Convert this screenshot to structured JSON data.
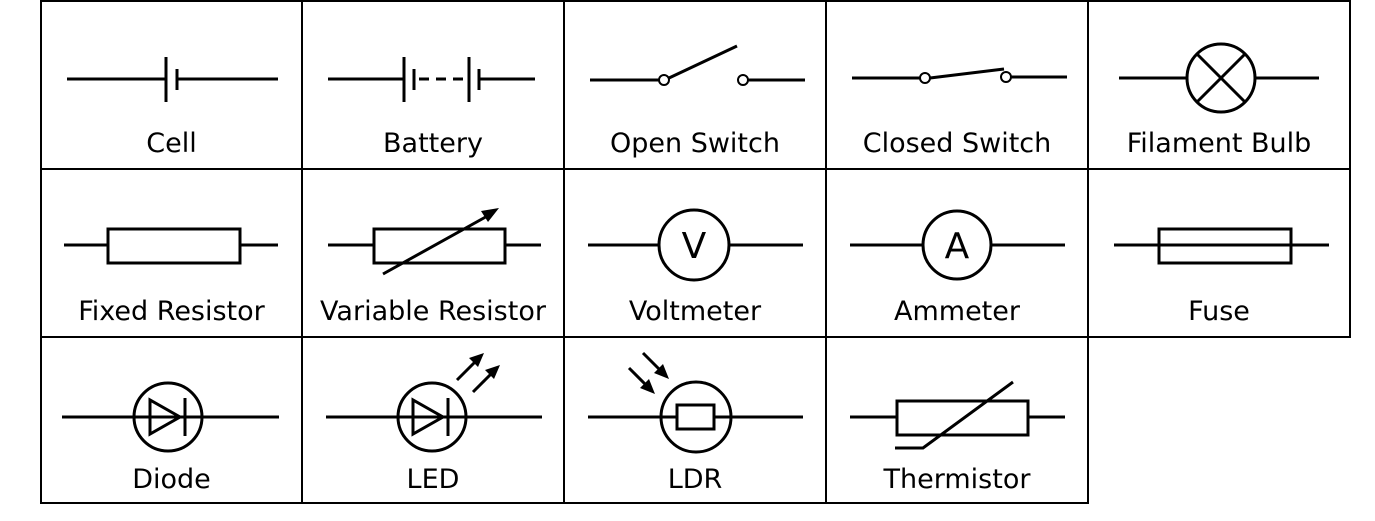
{
  "symbols": [
    {
      "label": "Cell"
    },
    {
      "label": "Battery"
    },
    {
      "label": "Open Switch"
    },
    {
      "label": "Closed Switch"
    },
    {
      "label": "Filament Bulb"
    },
    {
      "label": "Fixed Resistor"
    },
    {
      "label": "Variable Resistor"
    },
    {
      "label": "Voltmeter",
      "letter": "V"
    },
    {
      "label": "Ammeter",
      "letter": "A"
    },
    {
      "label": "Fuse"
    },
    {
      "label": "Diode"
    },
    {
      "label": "LED"
    },
    {
      "label": "LDR"
    },
    {
      "label": "Thermistor"
    }
  ]
}
